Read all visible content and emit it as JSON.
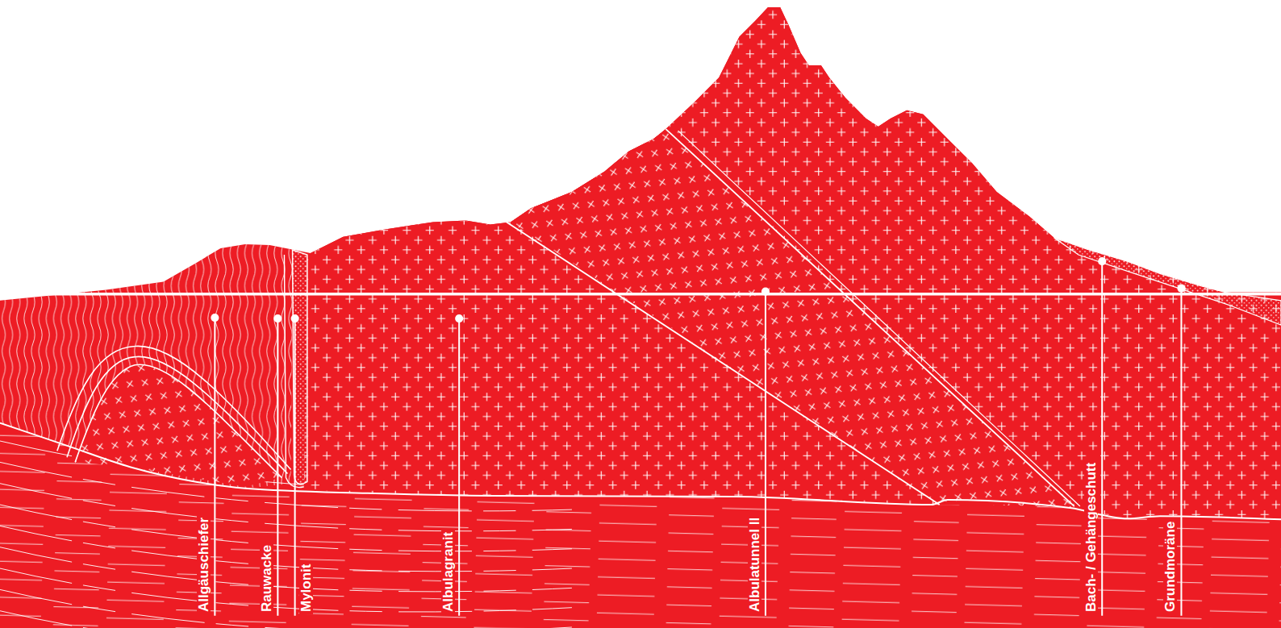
{
  "diagram": {
    "labels": [
      "Allgäuschiefer",
      "Rauwacke",
      "Mylonit",
      "Albulagranit",
      "Albulatunnel II",
      "Bach- / Gehängeschutt",
      "Grundmoräne"
    ]
  }
}
